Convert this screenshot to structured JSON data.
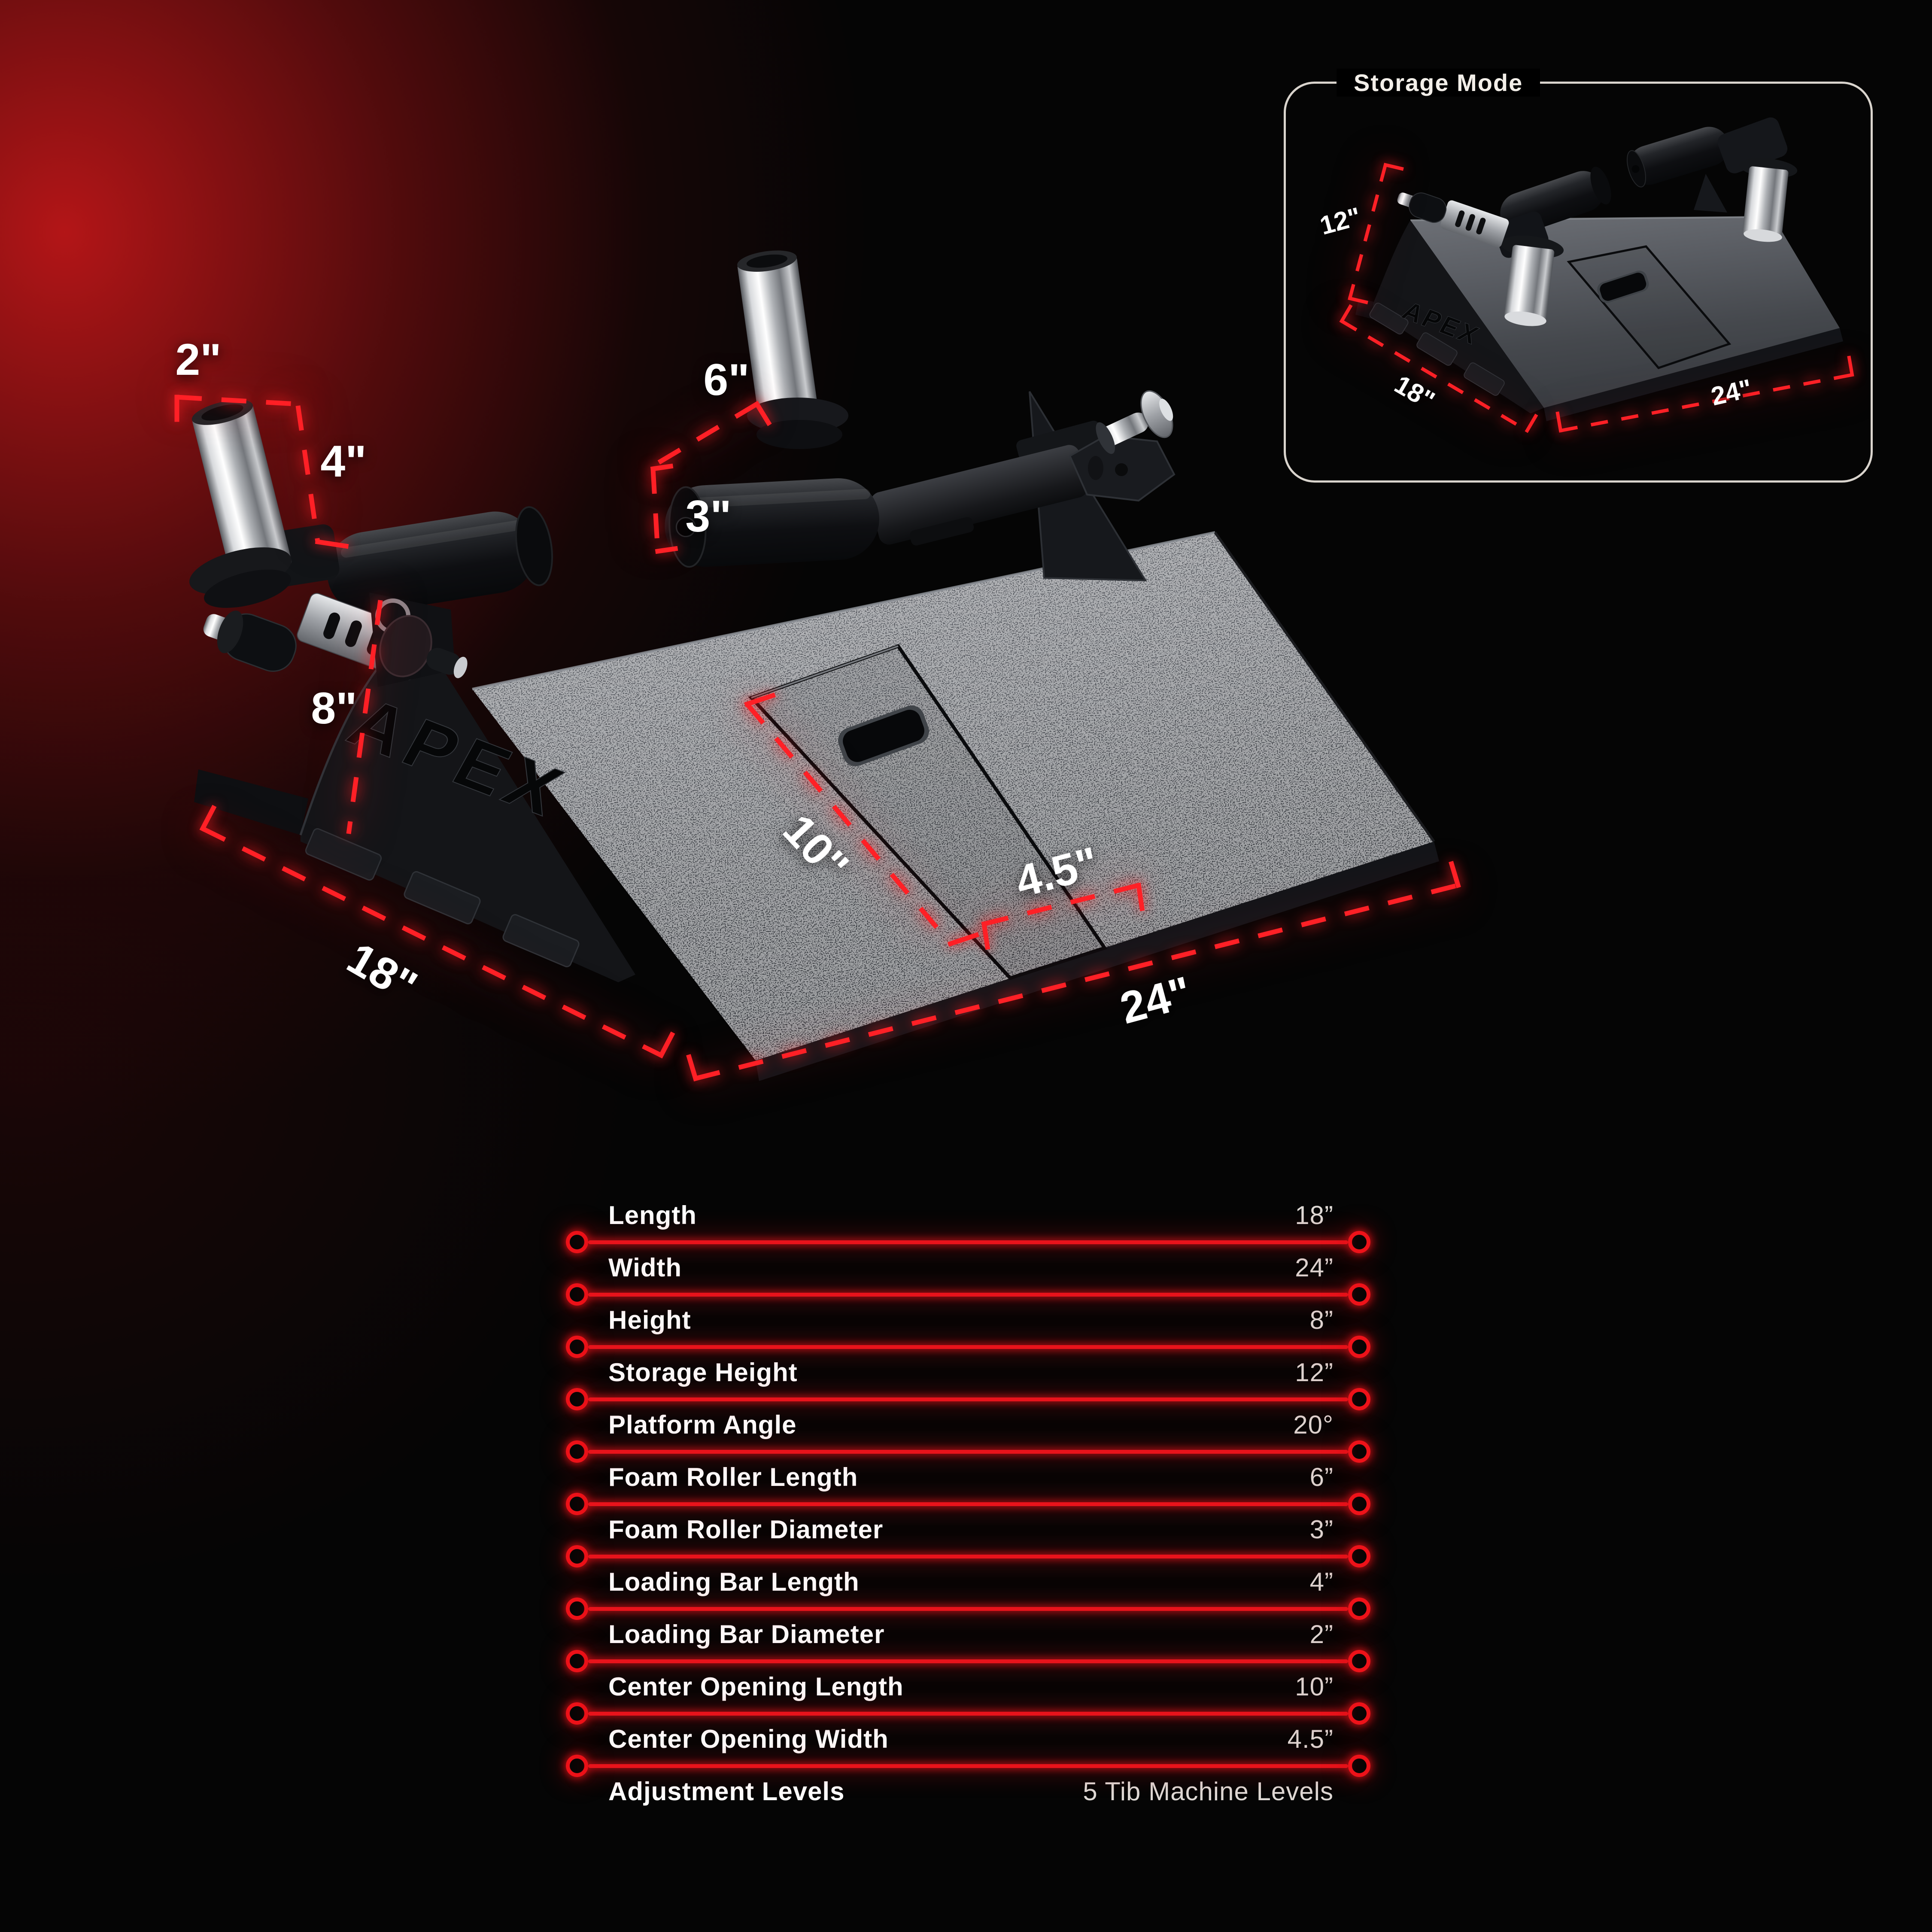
{
  "accent": {
    "red": "#ff2026",
    "table_red": "#e8131b",
    "white": "#ffffff",
    "border": "#d9d4cd"
  },
  "main_view": {
    "logo": "APEX",
    "labels": {
      "loading_bar_diameter": "2\"",
      "loading_bar_length": "4\"",
      "foam_roller_length": "6\"",
      "foam_roller_diameter": "3\"",
      "height": "8\"",
      "center_opening_length": "10\"",
      "center_opening_width": "4.5\"",
      "length": "18\"",
      "width": "24\""
    }
  },
  "storage_inset": {
    "title": "Storage Mode",
    "logo": "APEX",
    "labels": {
      "storage_height": "12\"",
      "length": "18\"",
      "width": "24\""
    }
  },
  "spec_table": {
    "rows": [
      {
        "label": "Length",
        "value": "18”"
      },
      {
        "label": "Width",
        "value": "24”"
      },
      {
        "label": "Height",
        "value": "8”"
      },
      {
        "label": "Storage Height",
        "value": "12”"
      },
      {
        "label": "Platform Angle",
        "value": "20°"
      },
      {
        "label": "Foam Roller Length",
        "value": "6”"
      },
      {
        "label": "Foam Roller Diameter",
        "value": "3”"
      },
      {
        "label": "Loading Bar Length",
        "value": "4”"
      },
      {
        "label": "Loading Bar Diameter",
        "value": "2”"
      },
      {
        "label": "Center Opening Length",
        "value": "10”"
      },
      {
        "label": "Center Opening Width",
        "value": "4.5”"
      },
      {
        "label": "Adjustment Levels",
        "value": "5 Tib Machine Levels"
      }
    ]
  }
}
